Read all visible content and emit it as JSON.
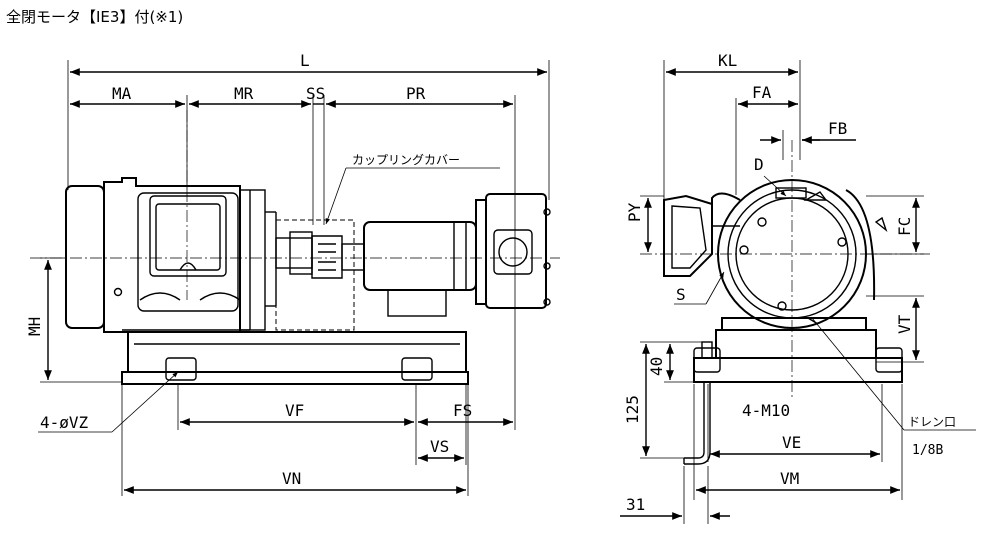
{
  "title": "全閉モータ【IE3】付(※1)",
  "front_view": {
    "dimensions": {
      "L": "L",
      "MA": "MA",
      "MR": "MR",
      "SS": "SS",
      "PR": "PR",
      "MH": "MH",
      "VZ": "4-øVZ",
      "VF": "VF",
      "FS": "FS",
      "VS": "VS",
      "VN": "VN"
    },
    "callout_coupling_cover": "カップリングカバー"
  },
  "side_view": {
    "dimensions": {
      "KL": "KL",
      "FA": "FA",
      "FB": "FB",
      "D": "D",
      "PY": "PY",
      "FC": "FC",
      "S": "S",
      "VT": "VT",
      "H40": "40",
      "H125": "125",
      "M10": "4-M10",
      "VE": "VE",
      "VM": "VM",
      "W31": "31"
    },
    "drain_label": "ドレン口",
    "drain_size": "1/8B"
  }
}
